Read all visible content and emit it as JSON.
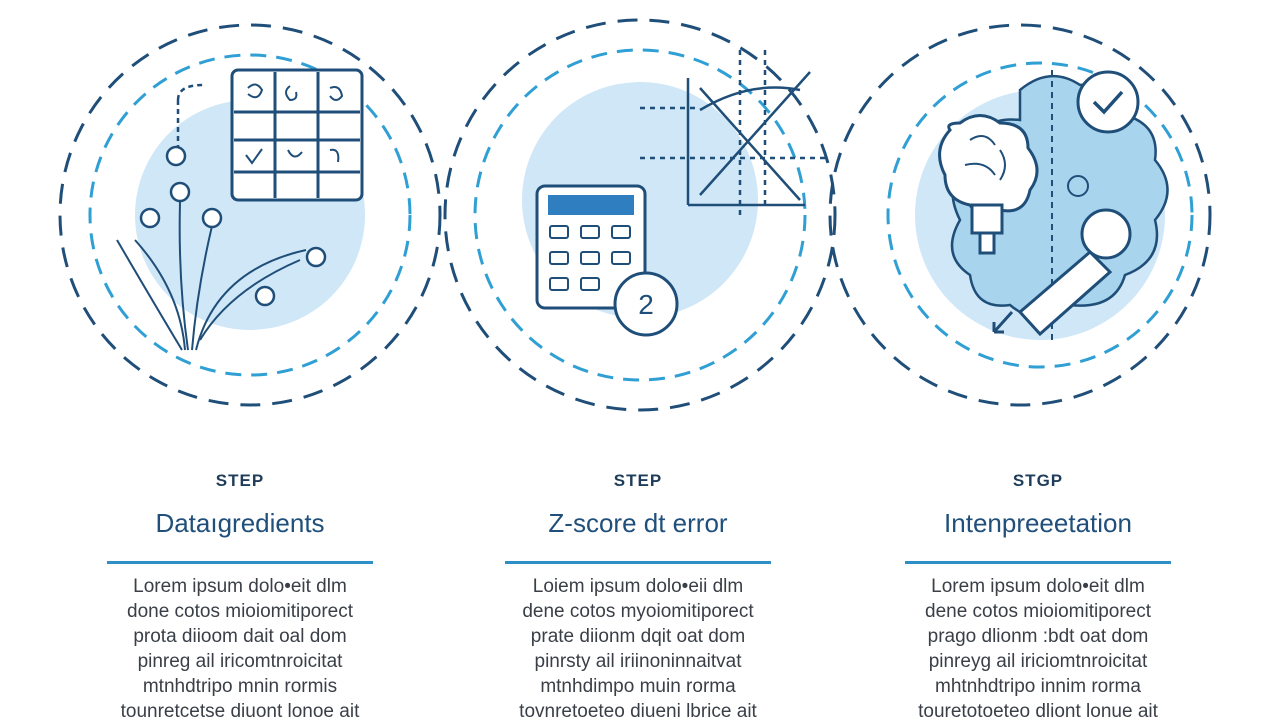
{
  "steps": [
    {
      "label": "STEP",
      "title": "Dataıgredients",
      "lines": [
        "Lorem ipsum dolo•eit dlm",
        "done cotos mioiomitiporect",
        "prota diioom dait oal  dom",
        "pinreg ail iricomtnroicitat",
        "mtnhdtripo mnin rormis",
        "tounretcetse diuont lonoe ait"
      ],
      "icon": "matrix-grid-icon"
    },
    {
      "label": "STEP",
      "title": "Z-score dt error",
      "lines": [
        "Loiem ipsum dolo•eii dlm",
        "dene cotos myoiomitiporect",
        "prate diionm dqit oat  dom",
        "pinrsty ail iriinoninnaitvat",
        "mtnhdimpo muin rorma",
        "tovnretoeteo diueni lbrice ait"
      ],
      "icon": "calculator-icon",
      "badge": "2"
    },
    {
      "label": "STGP",
      "title": "Intenpreeetation",
      "lines": [
        "Lorem ipsum dolo•eit dlm",
        "dene cotos mioiomitiporect",
        "prago dlionm :bdt oat  dom",
        "pinreyg ail iriciomtnroicitat",
        "mhtnhdtripo innim rorma",
        "touretotoeteo dliont lonue ait"
      ],
      "icon": "brain-icon"
    }
  ],
  "colors": {
    "navy": "#1f4e79",
    "accent": "#2f9fd4",
    "fill": "#cfe7f7",
    "text": "#3a3f47"
  }
}
